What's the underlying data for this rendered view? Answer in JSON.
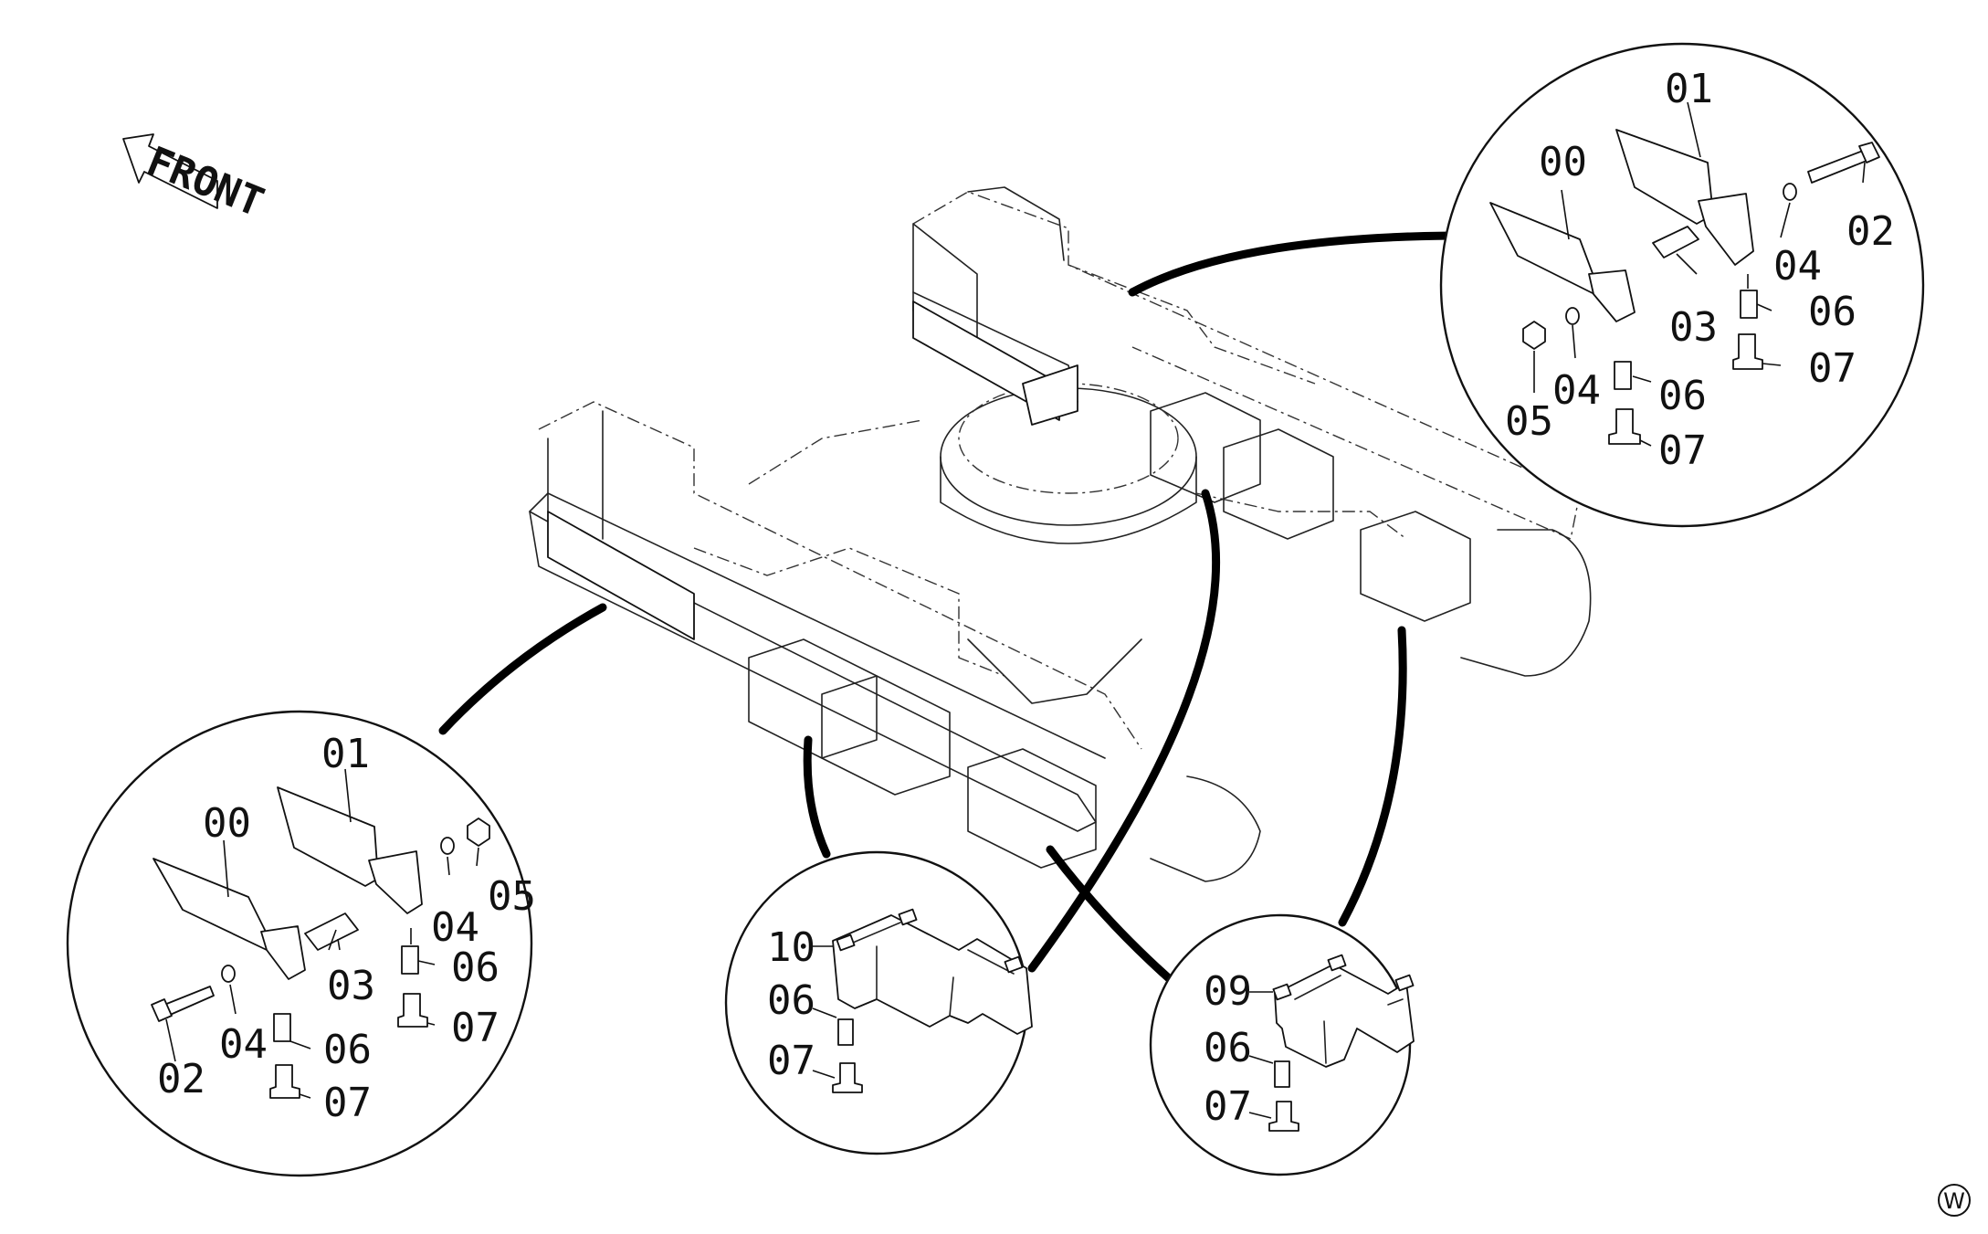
{
  "front_arrow": {
    "text": "FRONT"
  },
  "corner_mark": {
    "text": "W"
  },
  "callouts": {
    "top_right": {
      "c00": "00",
      "c01": "01",
      "c02": "02",
      "c03": "03",
      "c04a": "04",
      "c04b": "04",
      "c05": "05",
      "c06a": "06",
      "c06b": "06",
      "c07a": "07",
      "c07b": "07"
    },
    "left": {
      "c00": "00",
      "c01": "01",
      "c02": "02",
      "c03": "03",
      "c04a": "04",
      "c04b": "04",
      "c05": "05",
      "c06a": "06",
      "c06b": "06",
      "c07a": "07",
      "c07b": "07"
    },
    "bottom_mid": {
      "c10": "10",
      "c06": "06",
      "c07": "07"
    },
    "bottom_right": {
      "c09": "09",
      "c06": "06",
      "c07": "07"
    }
  }
}
